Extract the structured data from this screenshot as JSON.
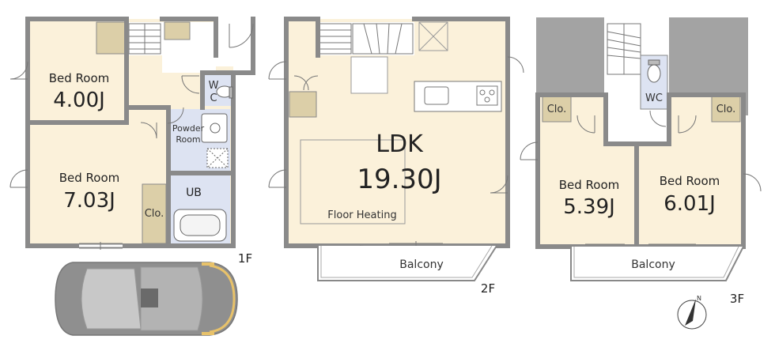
{
  "floor1": {
    "bedroom_a_label": "Bed Room",
    "bedroom_a_size": "4.00J",
    "bedroom_b_label": "Bed Room",
    "bedroom_b_size": "7.03J",
    "wc_label_w": "W",
    "wc_label_c": "C",
    "powder_room_line1": "Powder",
    "powder_room_line2": "Room",
    "ub_label": "UB",
    "closet_label": "Clo.",
    "floor_label": "1F"
  },
  "floor2": {
    "ldk_label": "LDK",
    "ldk_size": "19.30J",
    "floor_heating_label": "Floor Heating",
    "balcony_label": "Balcony",
    "floor_label": "2F"
  },
  "floor3": {
    "closet_left_label": "Clo.",
    "closet_right_label": "Clo.",
    "wc_label": "WC",
    "bedroom_a_label": "Bed Room",
    "bedroom_a_size": "5.39J",
    "bedroom_b_label": "Bed Room",
    "bedroom_b_size": "6.01J",
    "balcony_label": "Balcony",
    "floor_label": "3F"
  },
  "compass": {
    "north_label": "N"
  },
  "colors": {
    "wall": "#8a8a8a",
    "floor_fill": "#fbf1da",
    "closet_fill": "#dccfa8",
    "wet_area_fill": "#dde3f2",
    "void_fill": "#a3a3a3",
    "car_fill": "#8f8f8f"
  }
}
